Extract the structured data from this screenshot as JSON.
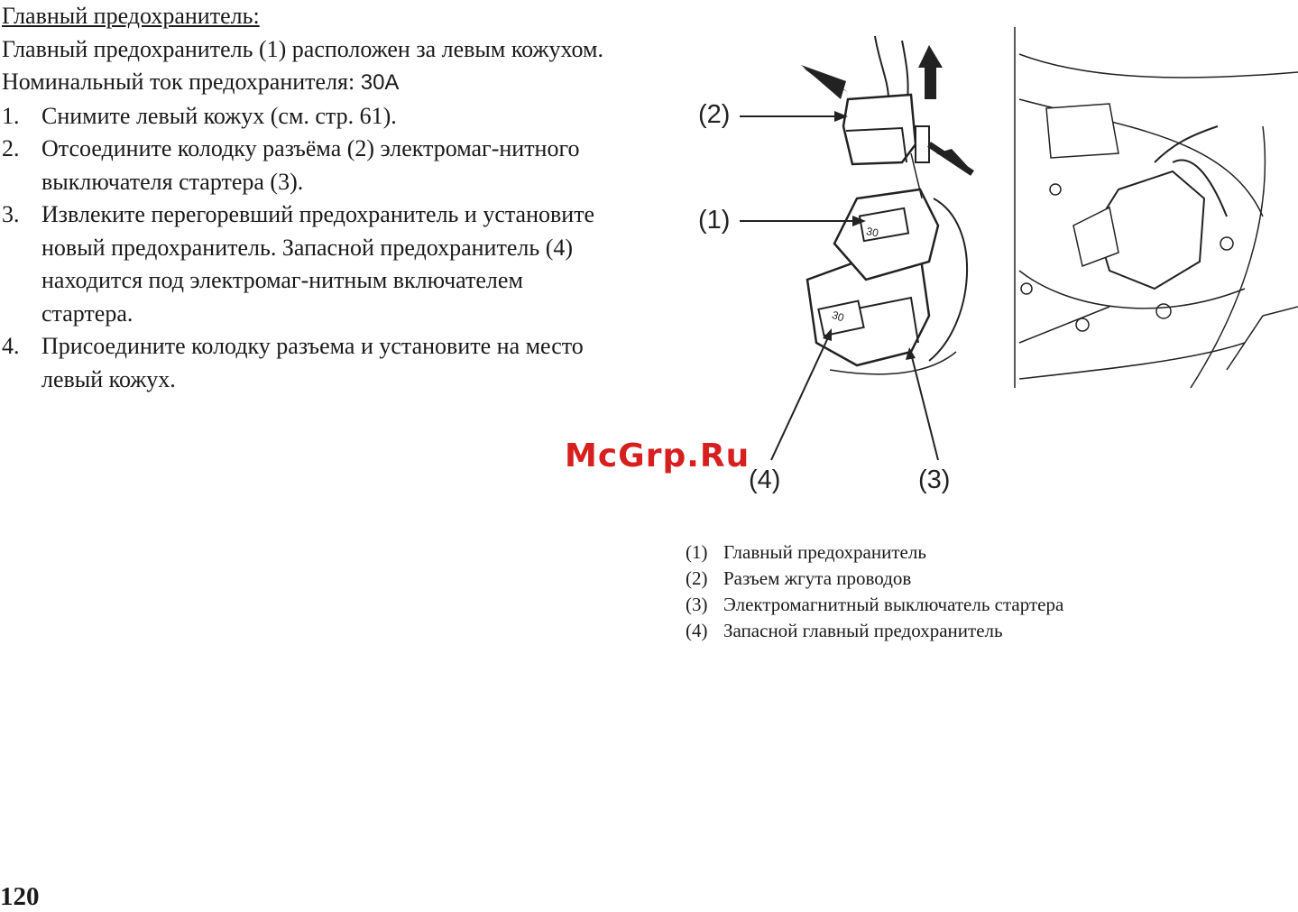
{
  "heading": "Главный предохранитель:",
  "intro": "Главный предохранитель (1) расположен за левым кожухом.",
  "rating_label": "Номинальный ток предохранителя: ",
  "rating_value": "30A",
  "steps": [
    {
      "num": "1.",
      "text": "Снимите левый кожух (см. стр. 61)."
    },
    {
      "num": "2.",
      "text": "Отсоедините колодку разъёма (2) электромаг-нитного выключателя стартера (3)."
    },
    {
      "num": "3.",
      "text": "Извлеките перегоревший предохранитель и установите новый предохранитель. Запасной предохранитель (4) находится под электромаг-нитным включателем стартера."
    },
    {
      "num": "4.",
      "text": "Присоедините колодку разъема и установите на место левый кожух."
    }
  ],
  "figure": {
    "labels": [
      "(2)",
      "(1)",
      "(4)",
      "(3)"
    ],
    "fuse_mark": "30"
  },
  "legend": [
    {
      "n": "(1)",
      "text": "Главный предохранитель"
    },
    {
      "n": "(2)",
      "text": "Разъем жгута проводов"
    },
    {
      "n": "(3)",
      "text": "Электромагнитный выключатель стартера"
    },
    {
      "n": "(4)",
      "text": "Запасной главный предохранитель"
    }
  ],
  "watermark": "McGrp.Ru",
  "page_number": "120"
}
